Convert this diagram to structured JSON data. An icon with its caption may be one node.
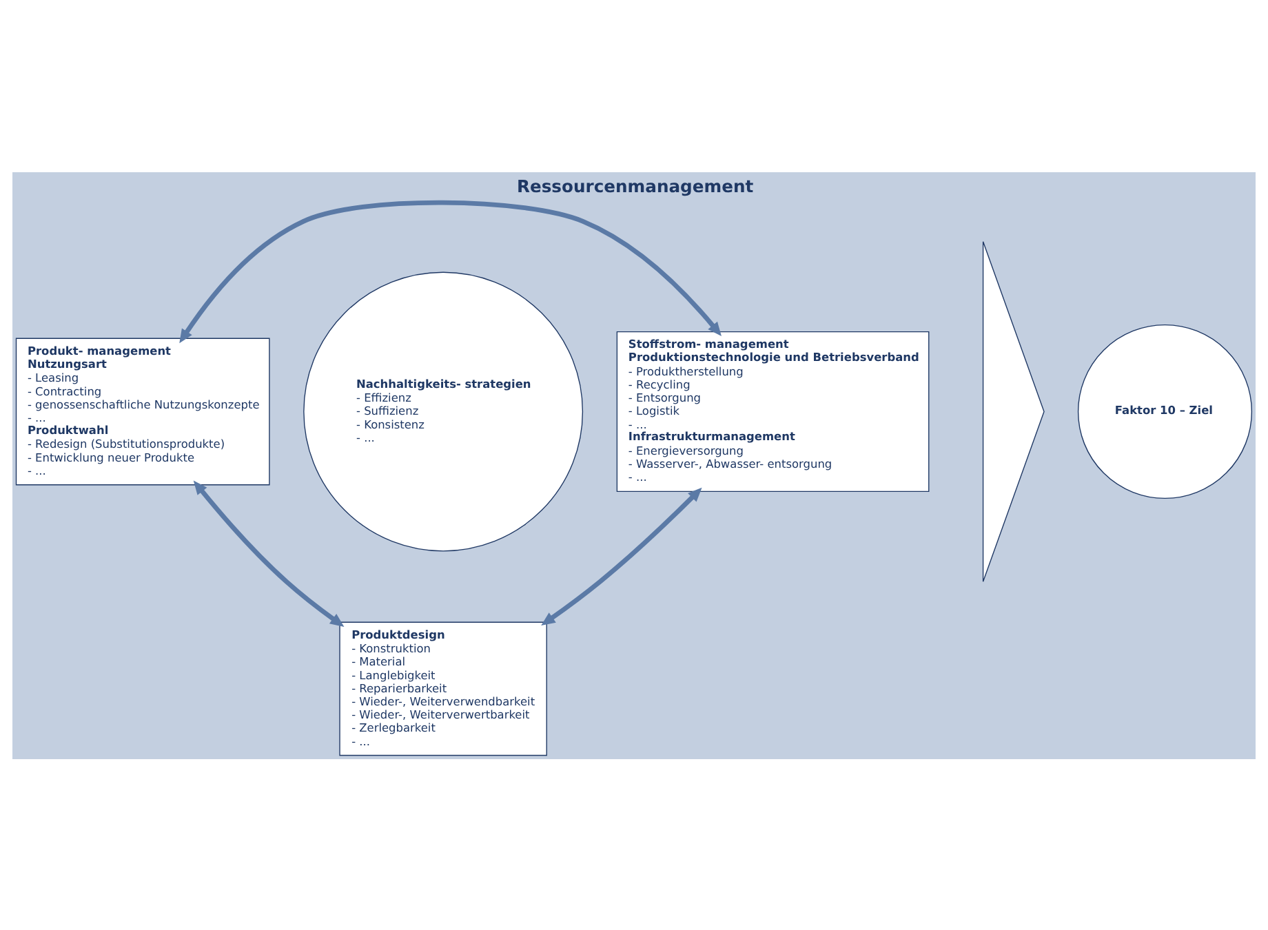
{
  "diagram": {
    "title": "Ressourcenmanagement",
    "nodes": [
      {
        "text": [
          "Produkt- management",
          "Nutzungsart",
          "- Leasing",
          "- Contracting",
          "- genossenschaftliche Nutzungskonzepte",
          "- ...",
          "Produktwahl",
          "- Redesign (Substitutionsprodukte)",
          "- Entwicklung neuer Produkte",
          "- ..."
        ]
      },
      {
        "text": [
          "Nachhaltigkeits- strategien",
          "- Effizienz",
          "- Suffizienz",
          "- Konsistenz",
          "- ..."
        ]
      },
      {
        "text": [
          "Stoffstrom- management",
          "Produktionstechnologie und Betriebsverband",
          "- Produktherstellung",
          "- Recycling",
          "- Entsorgung",
          "- Logistik",
          "- ...",
          "Infrastrukturmanagement",
          "- Energieversorgung",
          "- Wasserver-, Abwasser- entsorgung",
          "- ..."
        ]
      },
      {
        "text": [],
        "shape": "triangle"
      },
      {
        "text": [
          "Faktor 10 – Ziel"
        ]
      },
      {
        "text": [
          "Produktdesign",
          "- Konstruktion",
          "- Material",
          "- Langlebigkeit",
          "- Reparierbarkeit",
          "- Wieder-, Weiterverwendbarkeit",
          "- Wieder-, Weiterverwertbarkeit",
          "- Zerlegbarkeit",
          "- ..."
        ]
      }
    ],
    "edges": [
      {
        "from": 0,
        "to": 2,
        "arrow": "both"
      },
      {
        "from": 0,
        "to": 5,
        "arrow": "both"
      },
      {
        "from": 2,
        "to": 5,
        "arrow": "both"
      }
    ]
  }
}
